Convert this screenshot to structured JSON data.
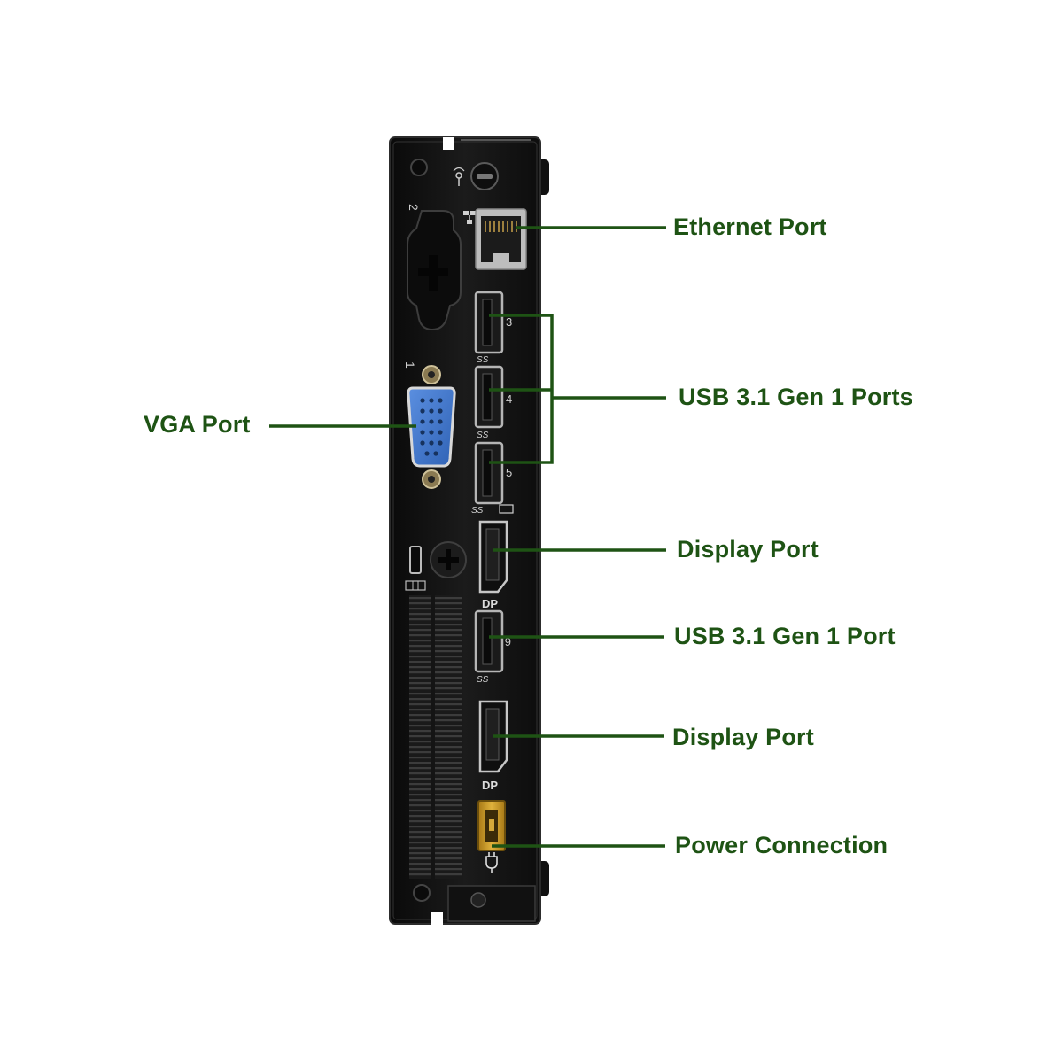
{
  "colors": {
    "label": "#1e5314",
    "line": "#1e5314",
    "chassis": "#141414",
    "vga": "#3a73c8",
    "power": "#c99a2a"
  },
  "port_numbers": {
    "slot_2": "2",
    "vga_1": "1",
    "usb_3": "3",
    "usb_4": "4",
    "usb_5": "5",
    "usb_6": "6"
  },
  "port_markings": {
    "usb_ss": "SS",
    "displayport": "DP"
  },
  "labels": {
    "ethernet": "Ethernet Port",
    "usb_group": "USB 3.1 Gen 1 Ports",
    "vga": "VGA Port",
    "display_top": "Display Port",
    "usb_single": "USB 3.1 Gen 1 Port",
    "display_bottom": "Display Port",
    "power": "Power Connection"
  },
  "icons": {
    "antenna": "wifi-antenna-icon",
    "ethernet": "network-icon",
    "lock": "kensington-lock-icon",
    "power": "power-plug-icon"
  }
}
